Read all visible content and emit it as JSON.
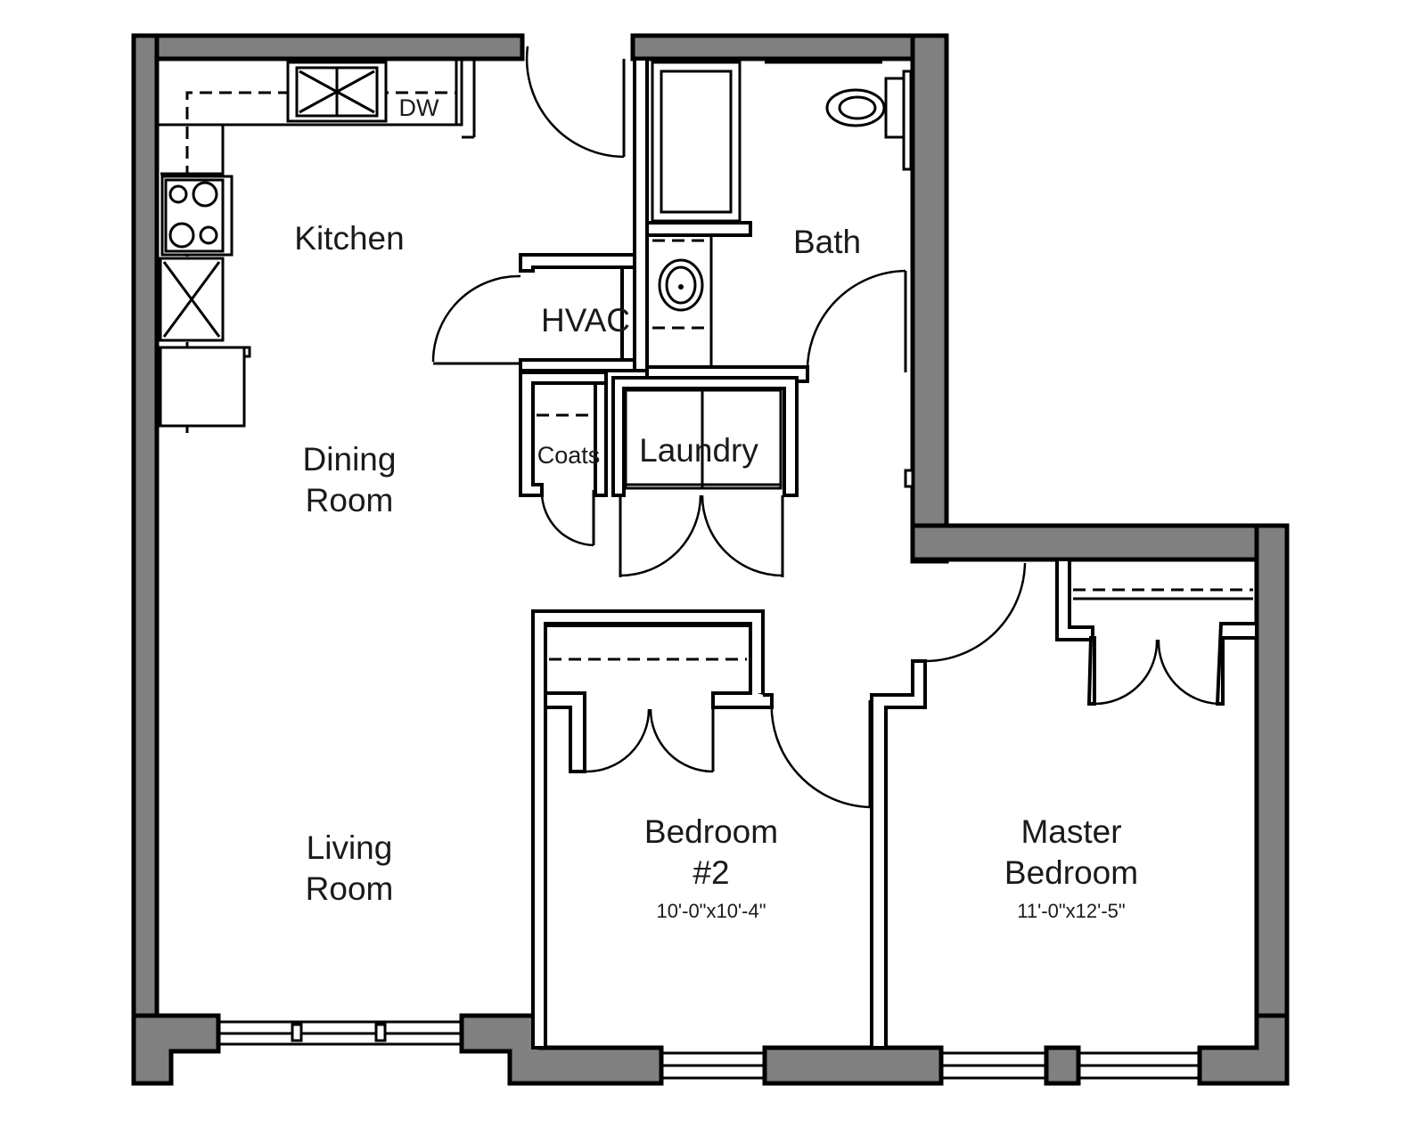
{
  "rooms": {
    "kitchen": "Kitchen",
    "bath": "Bath",
    "hvac": "HVAC",
    "coats": "Coats",
    "laundry": "Laundry",
    "dining_line1": "Dining",
    "dining_line2": "Room",
    "living_line1": "Living",
    "living_line2": "Room",
    "bedroom2_line1": "Bedroom",
    "bedroom2_line2": "#2",
    "bedroom2_size": "10'-0\"x10'-4\"",
    "master_line1": "Master",
    "master_line2": "Bedroom",
    "master_size": "11'-0\"x12'-5\""
  },
  "appliances": {
    "dishwasher": "DW"
  },
  "colors": {
    "exterior_wall": "#808080",
    "line": "#000000",
    "background": "#ffffff"
  }
}
